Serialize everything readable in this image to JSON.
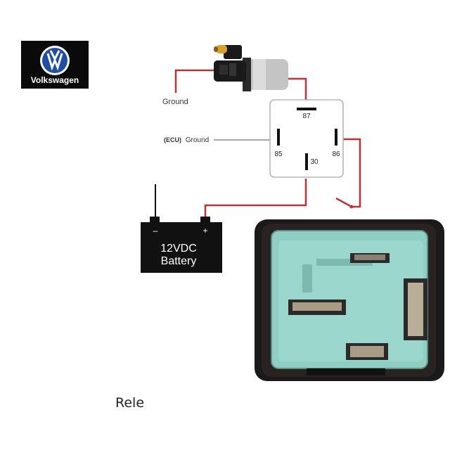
{
  "logo": {
    "brand": "Volkswagen"
  },
  "labels": {
    "ground": "Ground",
    "ecu_prefix": "(ECU)",
    "ecu_ground": "Ground"
  },
  "relay_pins": {
    "p87": "87",
    "p85": "85",
    "p86": "86",
    "p30": "30"
  },
  "battery": {
    "minus": "–",
    "plus": "+",
    "line1": "12VDC",
    "line2": "Battery"
  },
  "caption": "Rele",
  "colors": {
    "wire": "#b8323a",
    "battery_body": "#111111",
    "relay_face": "#8fcfc3",
    "logo_blue": "#1f4ea3"
  }
}
